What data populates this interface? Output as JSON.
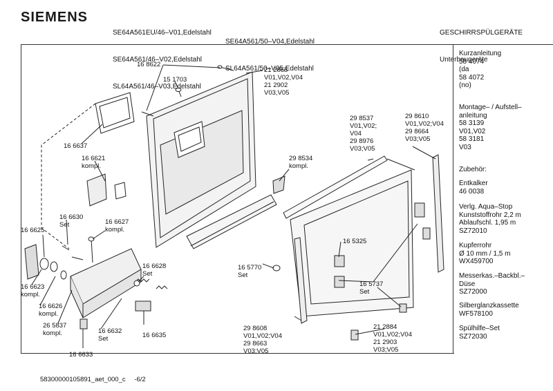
{
  "header": {
    "brand": "SIEMENS",
    "models_col1": [
      "SE64A561EU/46–V01,Edelstahl",
      "SE64A561/46–V02,Edelstahl",
      "SL64A561/46–V03,Edelstahl"
    ],
    "models_col2": [
      "SE64A561/50–V04,Edelstahl",
      "SL64A561/50–V05,Edelstahl"
    ],
    "category": "GESCHIRRSPÜLGERÄTE",
    "subcategory": "Unterbaugeräte"
  },
  "side_panel": {
    "kurzanleitung": "Kurzanleitung\n58 4074\n(da\n58 4072\n(no)",
    "montage": "Montage– / Aufstell–\nanleitung\n58 3139\nV01,V02\n58 3181\nV03",
    "zubehoer": "Zubehör:",
    "entkalker": "Entkalker\n46 0038",
    "aquastop": "Verlg. Aqua–Stop\nKunststoffrohr 2,2 m\nAblaufschl. 1,95 m\nSZ72010",
    "kupferrohr": "Kupferrohr\nØ 10 mm / 1,5 m\nWX459700",
    "messerkas": "Messerkas.–Backbl.–\nDüse\nSZ72000",
    "silberglanz": "Silberglanzkassette\nWF578100",
    "spuelhilfe": "Spülhilfe–Set\nSZ72030"
  },
  "part_labels": {
    "p168622": "16 8622",
    "p151703": "15 1703",
    "p212855": "21 2855\nV01,V02,V04\n21 2902\nV03,V05",
    "p166637": "16 6637",
    "p166621": "16 6621\nkompl.",
    "p298537": "29 8537\nV01,V02;\nV04\n29 8976\nV03;V05",
    "p298610": "29 8610\nV01,V02;V04\n29 8664\nV03;V05",
    "p298534": "29 8534\nkompl.",
    "p166630": "16 6630\nSet",
    "p166627": "16 6627\nkompl.",
    "p166625": "16 6625",
    "p165325": "16 5325",
    "p166628": "16 6628\nSet",
    "p165770": "16 5770\nSet",
    "p165737": "16 5737\nSet",
    "p166623": "16 6623\nkompl.",
    "p166626": "16 6626\nkompl.",
    "p265837": "26 5837\nkompl.",
    "p166632": "16 6632\nSet",
    "p166635": "16 6635",
    "p298608": "29 8608\nV01,V02;V04\n29 8663\nV03;V05",
    "p212884": "21 2884\nV01,V02;V04\n21 2903\nV03;V05",
    "p166633": "16 6633"
  },
  "footer": {
    "doc_id": "58300000105891_aet_000_c",
    "page": "-6/2"
  }
}
